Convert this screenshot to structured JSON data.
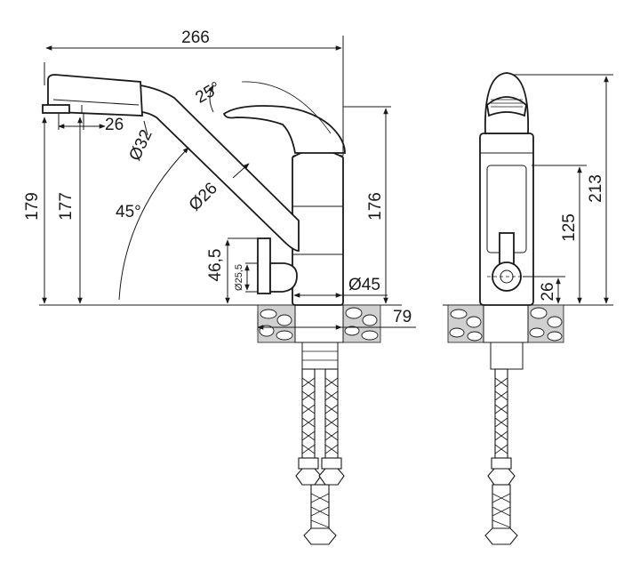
{
  "dimensions": {
    "total_length": "266",
    "spout_angle": "25°",
    "aerator_length": "26",
    "spout_head_diameter": "Ø32",
    "spout_tube_diameter": "Ø26",
    "swivel_angle": "45°",
    "height_total": "179",
    "height_spout": "177",
    "height_body": "176",
    "lever_height": "46,5",
    "lever_diameter": "Ø25,5",
    "body_diameter": "Ø45",
    "base_offset": "79",
    "side_height_total": "213",
    "side_height_lever": "125",
    "side_base_height": "26"
  }
}
